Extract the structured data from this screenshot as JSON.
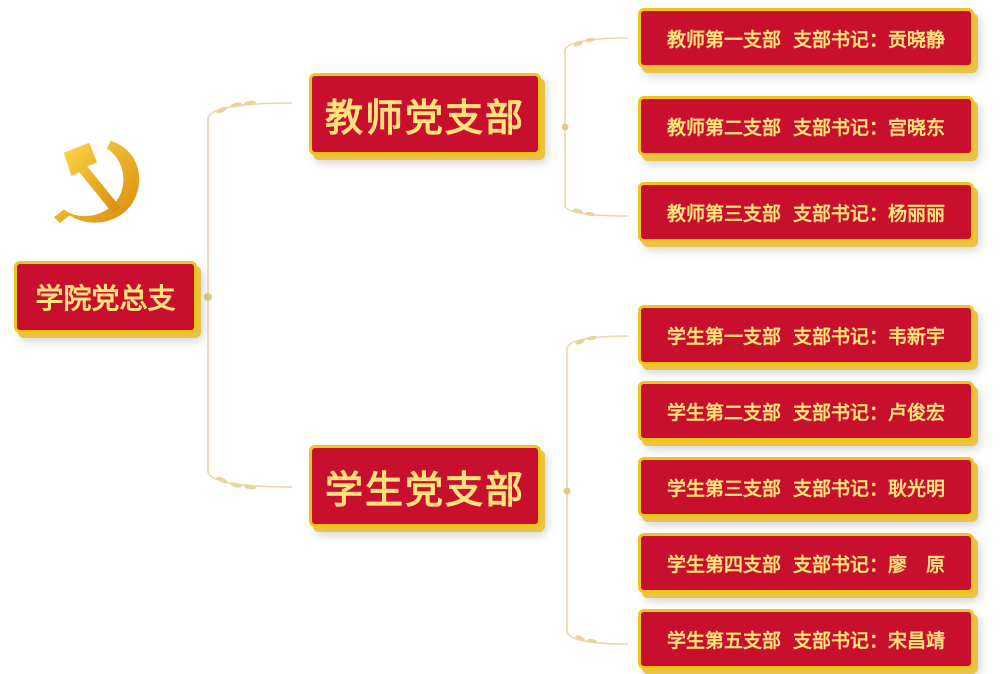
{
  "root": {
    "label": "学院党总支"
  },
  "branches": [
    {
      "label": "教师党支部",
      "children": [
        {
          "name": "教师第一支部",
          "secretary_label": "支部书记：贡晓静"
        },
        {
          "name": "教师第二支部",
          "secretary_label": "支部书记：宫晓东"
        },
        {
          "name": "教师第三支部",
          "secretary_label": "支部书记：杨丽丽"
        }
      ]
    },
    {
      "label": "学生党支部",
      "children": [
        {
          "name": "学生第一支部",
          "secretary_label": "支部书记：韦新宇"
        },
        {
          "name": "学生第二支部",
          "secretary_label": "支部书记：卢俊宏"
        },
        {
          "name": "学生第三支部",
          "secretary_label": "支部书记：耿光明"
        },
        {
          "name": "学生第四支部",
          "secretary_label": "支部书记：廖　原"
        },
        {
          "name": "学生第五支部",
          "secretary_label": "支部书记：宋昌靖"
        }
      ]
    }
  ],
  "colors": {
    "box_fill": "#c8102e",
    "box_border": "#f0c419",
    "text": "#ffe27a",
    "connector": "#e8d7a6",
    "emblem": "#f2b01e"
  },
  "icons": {
    "emblem": "hammer-and-sickle-icon"
  }
}
